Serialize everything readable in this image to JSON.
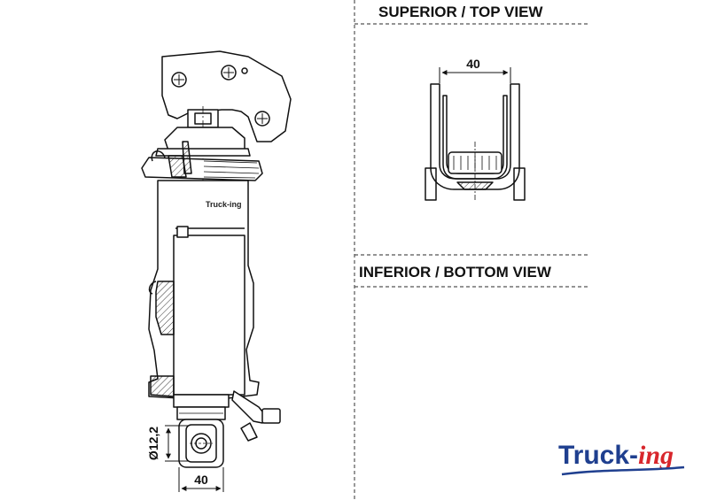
{
  "views": {
    "top_heading": "SUPERIOR / TOP VIEW",
    "bottom_heading": "INFERIOR / BOTTOM VIEW"
  },
  "dimensions": {
    "top_view_width": "40",
    "eye_width": "40",
    "eye_diameter": "Ø12,2"
  },
  "body_label": "Truck-ing",
  "logo": {
    "main": "Truck-",
    "script": "ing",
    "main_color": "#1f3f8f",
    "script_color": "#d8262c"
  }
}
